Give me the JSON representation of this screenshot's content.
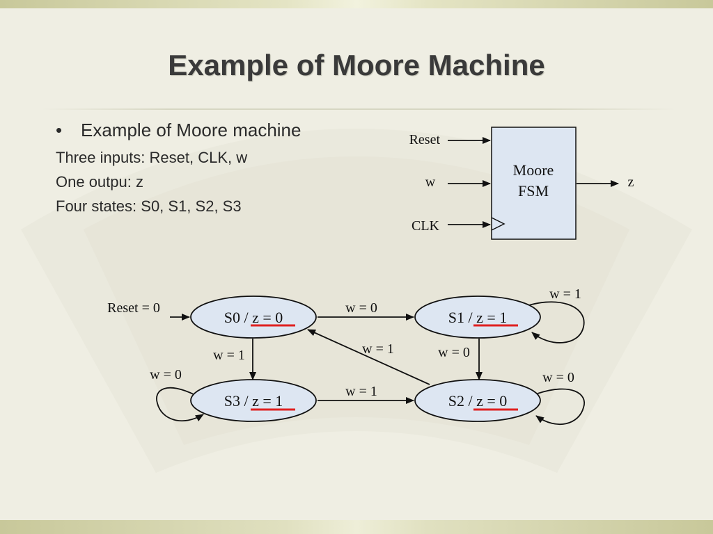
{
  "slide": {
    "title": "Example of Moore Machine",
    "bullet": "Example of Moore machine",
    "lines": [
      "Three inputs: Reset, CLK, w",
      "One outpu: z",
      "Four states: S0, S1, S2, S3"
    ]
  },
  "block": {
    "box_line1": "Moore",
    "box_line2": "FSM",
    "input_reset": "Reset",
    "input_w": "w",
    "input_clk": "CLK",
    "output_z": "z"
  },
  "fsm": {
    "states": [
      {
        "id": "S0",
        "label": "S0 / ",
        "output": "z = 0"
      },
      {
        "id": "S1",
        "label": "S1 / ",
        "output": "z = 1"
      },
      {
        "id": "S2",
        "label": "S2 / ",
        "output": "z = 0"
      },
      {
        "id": "S3",
        "label": "S3 / ",
        "output": "z = 1"
      }
    ],
    "transitions": {
      "reset_in": "Reset = 0",
      "s0_s1": "w = 0",
      "s1_self": "w = 1",
      "s0_s3": "w = 1",
      "s2_s0": "w = 1",
      "s1_s2": "w = 0",
      "s3_self": "w = 0",
      "s3_s2": "w = 1",
      "s2_self": "w = 0"
    },
    "colors": {
      "underline": "#e02020",
      "ellipse_fill": "#dde6f2"
    }
  }
}
